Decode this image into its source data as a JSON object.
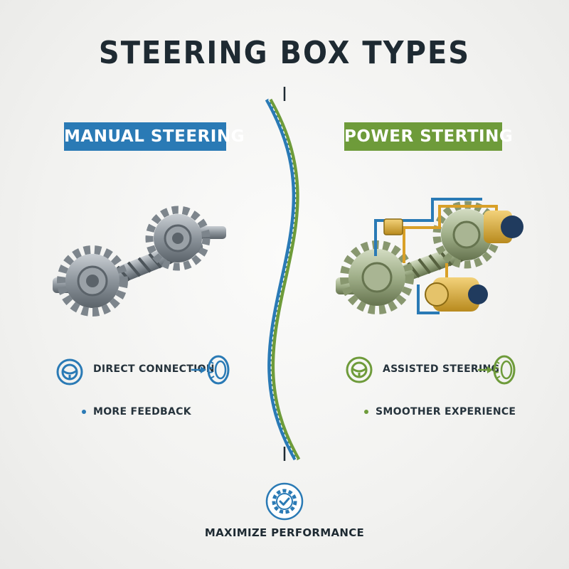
{
  "title": "STEERING BOX TYPES",
  "manual": {
    "label": "MANUAL STEERING",
    "feature_primary": "DIRECT CONNECTION",
    "feature_secondary": "MORE FEEDBACK",
    "color": "#2a7ab5"
  },
  "power": {
    "label": "POWER STERTING",
    "feature_primary": "ASSISTED STEERING",
    "feature_secondary": "SMOOTHER EXPERIENCE",
    "color": "#6e9b3a"
  },
  "footer": {
    "label": "MAXIMIZE PERFORMANCE",
    "icon": "gear-check-icon"
  }
}
